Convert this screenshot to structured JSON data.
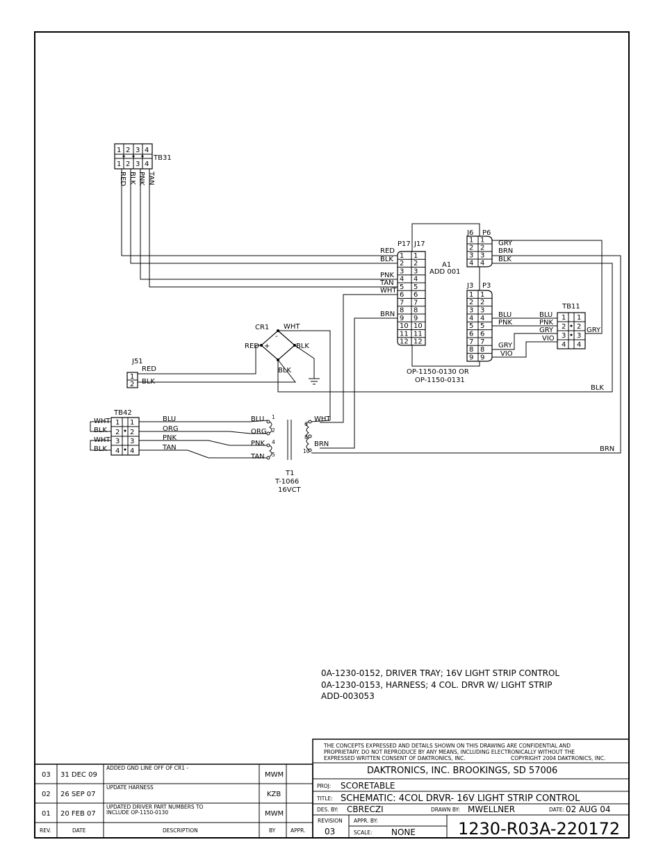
{
  "tb31": {
    "name": "TB31",
    "top": [
      "1",
      "2",
      "3",
      "4"
    ],
    "bottom": [
      "1",
      "2",
      "3",
      "4"
    ],
    "wires": [
      "RED",
      "BLK",
      "PNK",
      "TAN"
    ]
  },
  "a1": {
    "ref": "A1",
    "part": "ADD 001",
    "alt1": "OP-1150-0130 OR",
    "alt2": "OP-1150-0131",
    "j6": "J6",
    "p6": "P6",
    "j3": "J3",
    "p3": "P3",
    "p17": "P17",
    "j17": "J17"
  },
  "p17_pins": [
    "1",
    "2",
    "3",
    "4",
    "5",
    "6",
    "7",
    "8",
    "9",
    "10",
    "11",
    "12"
  ],
  "p17_wires": {
    "red": "RED",
    "blk": "BLK",
    "pnk": "PNK",
    "tan": "TAN",
    "wht": "WHT",
    "brn": "BRN"
  },
  "j6_pins": [
    "1",
    "2",
    "3",
    "4"
  ],
  "j6_wires": {
    "gry": "GRY",
    "brn": "BRN",
    "blk": "BLK"
  },
  "j3_pins": [
    "1",
    "2",
    "3",
    "4",
    "5",
    "6",
    "7",
    "8",
    "9"
  ],
  "j3_wires": {
    "blu": "BLU",
    "pnk": "PNK",
    "gry": "GRY",
    "vio": "VIO"
  },
  "tb11": {
    "name": "TB11",
    "left": [
      "1",
      "2",
      "3",
      "4"
    ],
    "right": [
      "1",
      "2",
      "3",
      "4"
    ],
    "wires": {
      "blu": "BLU",
      "pnk": "PNK",
      "gry": "GRY",
      "vio": "VIO",
      "gry_out": "GRY"
    }
  },
  "cr1": {
    "name": "CR1",
    "wht": "WHT",
    "red": "RED",
    "blk1": "BLK",
    "blk2": "BLK",
    "plus": "+",
    "minus": "-"
  },
  "j51": {
    "name": "J51",
    "pins": [
      "1",
      "2"
    ],
    "wires": [
      "RED",
      "BLK"
    ]
  },
  "far_wires": {
    "blk": "BLK",
    "brn": "BRN"
  },
  "tb42": {
    "name": "TB42",
    "pins": [
      "1",
      "2",
      "3",
      "4"
    ],
    "jumpers": [
      "WHT",
      "BLK",
      "WHT",
      "BLK"
    ],
    "wires": [
      "BLU",
      "ORG",
      "PNK",
      "TAN"
    ]
  },
  "t1": {
    "ref": "T1",
    "part": "T-1066",
    "rating": "16VCT",
    "primary": [
      "BLU",
      "ORG",
      "PNK",
      "TAN"
    ],
    "primary_pins": [
      "1",
      "2",
      "4",
      "5"
    ],
    "secondary_pins": [
      "6",
      "8",
      "10"
    ],
    "secondary": {
      "wht": "WHT",
      "brn": "BRN"
    }
  },
  "notes": {
    "line1": "0A-1230-0152, DRIVER TRAY; 16V LIGHT STRIP CONTROL",
    "line2": "0A-1230-0153, HARNESS; 4 COL. DRVR W/ LIGHT STRIP",
    "line3": "ADD-003053"
  },
  "revisions": [
    {
      "rev": "03",
      "date": "31 DEC 09",
      "desc": "ADDED GND LINE OFF OF CR1 -",
      "desc2": "",
      "by": "MWM"
    },
    {
      "rev": "02",
      "date": "26 SEP 07",
      "desc": "UPDATE HARNESS",
      "desc2": "",
      "by": "KZB"
    },
    {
      "rev": "01",
      "date": "20 FEB 07",
      "desc": "UPDATED DRIVER PART NUMBERS TO",
      "desc2": "INCLUDE OP-1150-0130",
      "by": "MWM"
    }
  ],
  "rev_header": {
    "rev": "REV.",
    "date": "DATE",
    "desc": "DESCRIPTION",
    "by": "BY",
    "appr": "APPR."
  },
  "title_block": {
    "notice1": "THE CONCEPTS EXPRESSED AND DETAILS SHOWN ON THIS DRAWING ARE CONFIDENTIAL AND",
    "notice2": "PROPRIETARY. DO NOT REPRODUCE BY ANY MEANS, INCLUDING ELECTRONICALLY WITHOUT THE",
    "notice3": "EXPRESSED WRITTEN CONSENT OF DAKTRONICS, INC.",
    "copyright": "COPYRIGHT 2004 DAKTRONICS, INC.",
    "company": "DAKTRONICS, INC.   BROOKINGS, SD 57006",
    "proj_label": "PROJ:",
    "proj": "SCORETABLE",
    "title_label": "TITLE:",
    "title": "SCHEMATIC: 4COL DRVR- 16V LIGHT STRIP CONTROL",
    "des_label": "DES. BY:",
    "des": "CBRECZI",
    "drawn_label": "DRAWN BY:",
    "drawn": "MWELLNER",
    "date_label": "DATE:",
    "date": "02 AUG 04",
    "revision_label": "REVISION",
    "revision": "03",
    "appr_label": "APPR. BY:",
    "scale_label": "SCALE:",
    "scale": "NONE",
    "drawing_number": "1230-R03A-220172"
  }
}
